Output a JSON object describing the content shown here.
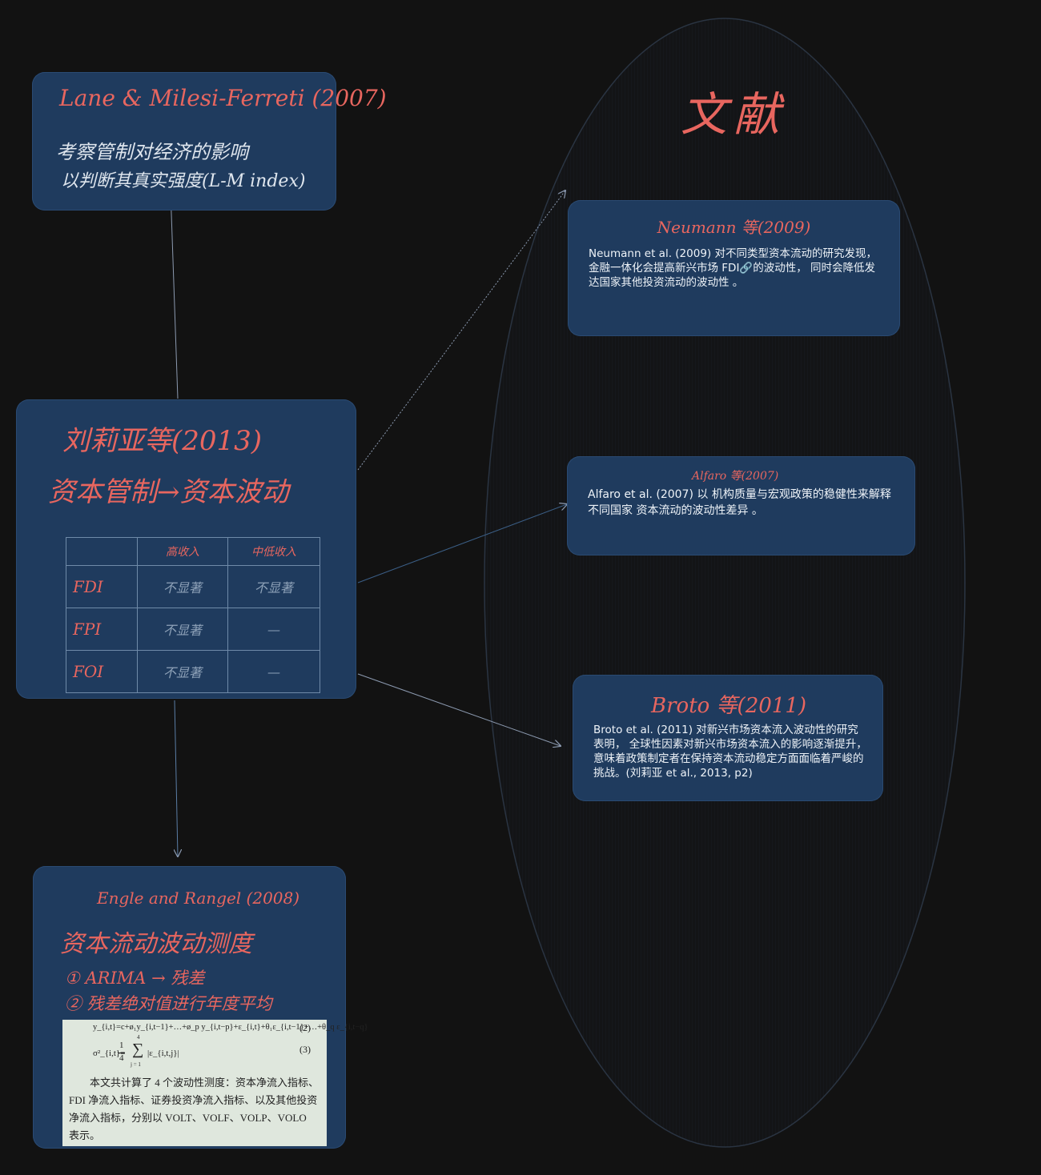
{
  "oval": {
    "title": "文献"
  },
  "cards": {
    "lane": {
      "title": "Lane & Milesi-Ferreti (2007)",
      "line1": "考察管制对经济的影响",
      "line2": "以判断其真实强度(L-M index)"
    },
    "liu": {
      "title": "刘莉亚等(2013)",
      "subtitle": "资本管制→资本波动",
      "table": {
        "headers": [
          "",
          "高收入",
          "中低收入"
        ],
        "rows": [
          {
            "label": "FDI",
            "high": "不显著",
            "low": "不显著"
          },
          {
            "label": "FPI",
            "high": "不显著",
            "low": "—"
          },
          {
            "label": "FOI",
            "high": "不显著",
            "low": "—"
          }
        ]
      }
    },
    "engle": {
      "title": "Engle and Rangel (2008)",
      "subtitle": "资本流动波动测度",
      "step1": "① ARIMA → 残差",
      "step2": "② 残差绝对值进行年度平均",
      "paper": {
        "eq2": "y_{i,t}=c+ø₁y_{i,t−1}+…+ø_p y_{i,t−p}+ε_{i,t}+θ₁ε_{i,t−1}+…+θ_q ε_{i,t−q}",
        "eq2_num": "(2)",
        "eq3_lhs": "σ²_{i,t}=",
        "eq3_frac_num": "1",
        "eq3_frac_den": "4",
        "eq3_sum_top": "4",
        "eq3_sum_bottom": "j = 1",
        "eq3_term": "|ε_{i,t,j}|",
        "eq3_num": "(3)",
        "text": "本文共计算了 4 个波动性测度：资本净流入指标、FDI 净流入指标、证券投资净流入指标、以及其他投资净流入指标，分别以 VOLT、VOLF、VOLP、VOLO 表示。"
      }
    },
    "neumann": {
      "title": "Neumann 等(2009)",
      "text": "Neumann et al. (2009) 对不同类型资本流动的研究发现，金融一体化会提高新兴市场 FDI🔗的波动性， 同时会降低发达国家其他投资流动的波动性 。"
    },
    "alfaro": {
      "title": "Alfaro 等(2007)",
      "text": "Alfaro et al. (2007) 以 机构质量与宏观政策的稳健性来解释不同国家 资本流动的波动性差异 。"
    },
    "broto": {
      "title": "Broto 等(2011)",
      "text": "Broto et al. (2011) 对新兴市场资本流入波动性的研究表明， 全球性因素对新兴市场资本流入的影响逐渐提升， 意味着政策制定者在保持资本流动稳定方面面临着严峻的挑战。(刘莉亚 et al., 2013, p2)"
    }
  },
  "colors": {
    "background": "#121212",
    "card": "#1f3b5e",
    "accent_red": "#e8665f",
    "arrow": "#8c9ab0"
  }
}
